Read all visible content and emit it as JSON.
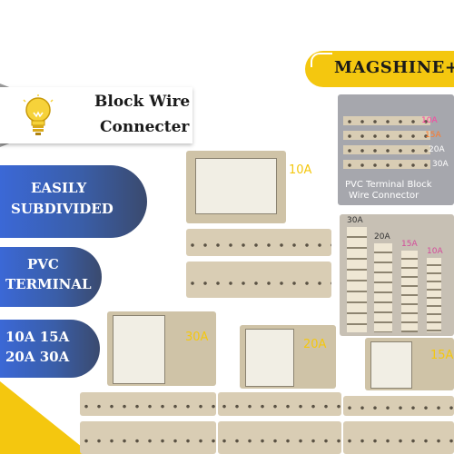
{
  "brand": {
    "name": "MAGSHINE+"
  },
  "title": {
    "line1": "Block Wire",
    "line2": "Connecter"
  },
  "features": [
    {
      "line1": "EASILY",
      "line2": "SUBDIVIDED"
    },
    {
      "line1": "PVC",
      "line2": "TERMINAL"
    },
    {
      "line1": "10A 15A",
      "line2": "20A 30A"
    }
  ],
  "photo_labels": {
    "top_pack": "10A",
    "pack_30": "30A",
    "pack_20": "20A",
    "pack_15": "15A"
  },
  "showcase": {
    "caption_line1": "PVC Terminal Block",
    "caption_line2": "Wire Connector",
    "side_labels": [
      "10A",
      "15A",
      "20A",
      "30A"
    ],
    "column_labels": [
      "30A",
      "20A",
      "15A",
      "10A"
    ]
  },
  "colors": {
    "accent_yellow": "#f4c70f",
    "pill_blue": "#3b68d6",
    "pill_dark": "#3a4a6e"
  },
  "icons": [
    "lightbulb-icon"
  ]
}
